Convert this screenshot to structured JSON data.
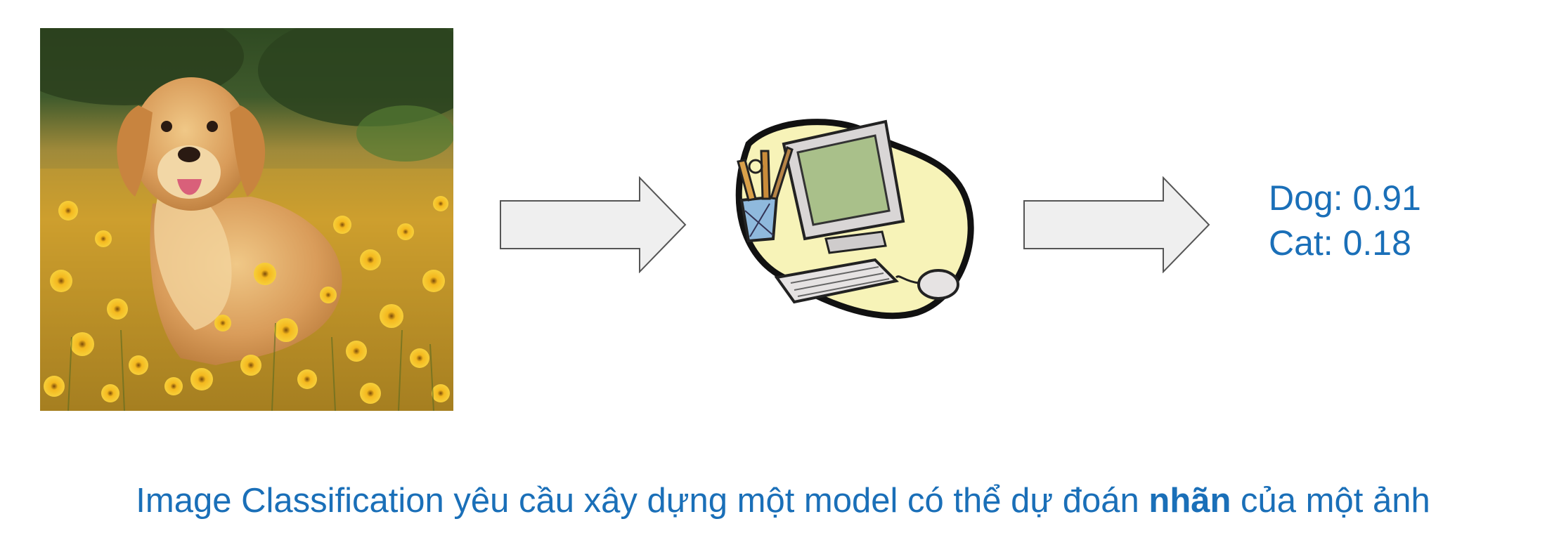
{
  "diagram": {
    "input_image": {
      "alt": "golden retriever in yellow flower field"
    },
    "model_icon": {
      "icon": "computer-clipart-icon"
    },
    "predictions": [
      {
        "label": "Dog",
        "score": "0.91",
        "text": "Dog: 0.91"
      },
      {
        "label": "Cat",
        "score": "0.18",
        "text": "Cat: 0.18"
      }
    ],
    "caption": {
      "before": "Image Classification yêu cầu xây dựng một model có thể dự đoán ",
      "bold": "nhãn",
      "after": " của một ảnh"
    }
  },
  "colors": {
    "text_blue": "#1a6fb8",
    "arrow_fill": "#efefef",
    "arrow_stroke": "#555555"
  }
}
